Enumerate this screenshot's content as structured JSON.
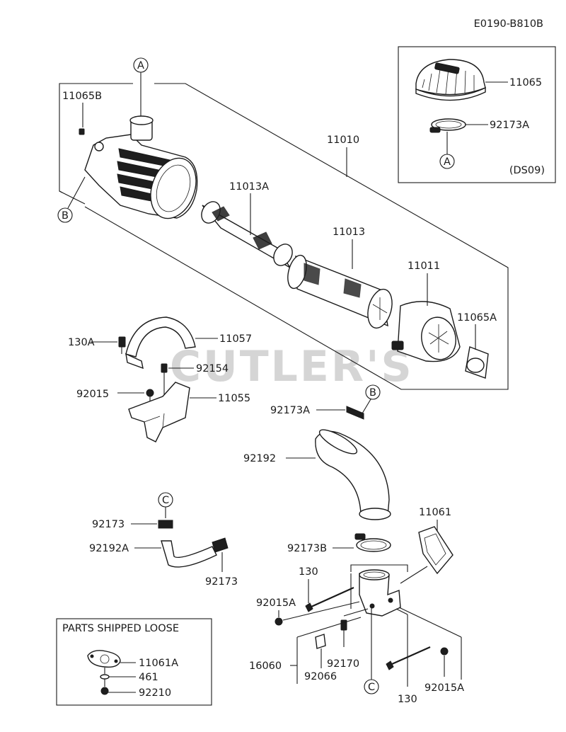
{
  "diagram_code": "E0190-B810B",
  "watermark": "CUTLER'S",
  "inset": {
    "variant_code": "(DS09)"
  },
  "loose_parts_title": "PARTS SHIPPED LOOSE",
  "callouts": {
    "a": "A",
    "b": "B",
    "c": "C"
  },
  "parts": {
    "p11065": "11065",
    "p92173A_top": "92173A",
    "p11065B": "11065B",
    "p11010": "11010",
    "p11013A": "11013A",
    "p11013": "11013",
    "p11011": "11011",
    "p11065A": "11065A",
    "p130A": "130A",
    "p11057": "11057",
    "p92154": "92154",
    "p92015": "92015",
    "p11055": "11055",
    "p92173A_mid": "92173A",
    "p92192": "92192",
    "p92173_top": "92173",
    "p92192A": "92192A",
    "p92173_bottom": "92173",
    "p11061": "11061",
    "p92173B": "92173B",
    "p130_top": "130",
    "p92015A_left": "92015A",
    "p16060": "16060",
    "p92170": "92170",
    "p92066": "92066",
    "p130_bottom": "130",
    "p92015A_right": "92015A",
    "p11061A": "11061A",
    "p461": "461",
    "p92210": "92210"
  }
}
